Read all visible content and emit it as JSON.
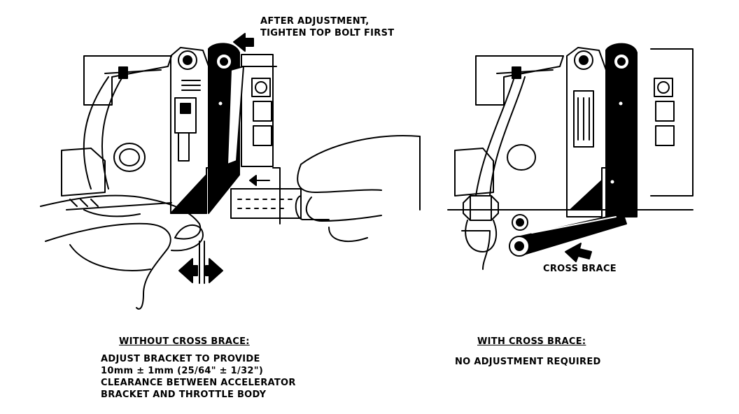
{
  "callouts": {
    "after_line1": "AFTER ADJUSTMENT,",
    "after_line2": "TIGHTEN TOP BOLT FIRST",
    "cross_brace": "CROSS BRACE"
  },
  "left_panel": {
    "heading": "WITHOUT CROSS BRACE:",
    "lines": [
      "ADJUST BRACKET TO PROVIDE",
      "10mm ± 1mm (25/64\" ± 1/32\")",
      "CLEARANCE BETWEEN ACCELERATOR",
      "BRACKET AND THROTTLE BODY"
    ]
  },
  "right_panel": {
    "heading": "WITH CROSS BRACE:",
    "line": "NO ADJUSTMENT REQUIRED"
  },
  "colors": {
    "ink": "#000000",
    "paper": "#ffffff"
  }
}
